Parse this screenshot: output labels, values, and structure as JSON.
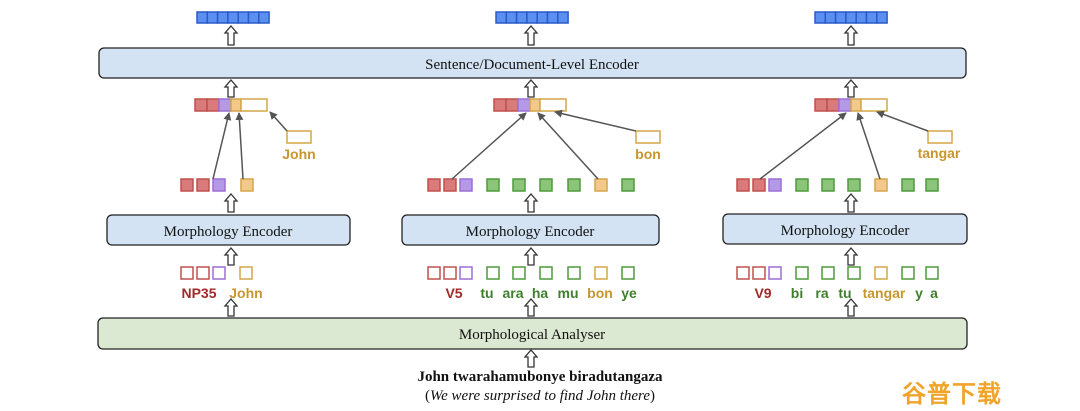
{
  "colors": {
    "root": "#c0504d",
    "root_fill": "#d97b7b",
    "affix_purple": "#9b6fd6",
    "affix_purple_fill": "#b49ae6",
    "stem_gold": "#d4a64a",
    "stem_gold_fill": "#f2c98a",
    "green": "#4f9a3c",
    "green_fill": "#8cc47a",
    "blue_fill": "#5b8ff0",
    "blue_stroke": "#2a5bc9",
    "encoder_fill": "#d3e3f3",
    "analyser_fill": "#dbe8d2",
    "arrow": "#555555"
  },
  "sentence_encoder": {
    "label": "Sentence/Document-Level Encoder"
  },
  "analyser": {
    "label": "Morphological Analyser"
  },
  "columns": [
    {
      "morph_encoder_label": "Morphology Encoder",
      "stem_word": "John",
      "tags": [
        {
          "text": "NP35",
          "color": "root"
        },
        {
          "text": "John",
          "color": "stem"
        }
      ]
    },
    {
      "morph_encoder_label": "Morphology Encoder",
      "stem_word": "bon",
      "tags": [
        {
          "text": "V5",
          "color": "root"
        },
        {
          "text": "tu",
          "color": "green"
        },
        {
          "text": "ara",
          "color": "green"
        },
        {
          "text": "ha",
          "color": "green"
        },
        {
          "text": "mu",
          "color": "green"
        },
        {
          "text": "bon",
          "color": "stem"
        },
        {
          "text": "ye",
          "color": "green"
        }
      ]
    },
    {
      "morph_encoder_label": "Morphology Encoder",
      "stem_word": "tangar",
      "tags": [
        {
          "text": "V9",
          "color": "root"
        },
        {
          "text": "bi",
          "color": "green"
        },
        {
          "text": "ra",
          "color": "green"
        },
        {
          "text": "tu",
          "color": "green"
        },
        {
          "text": "tangar",
          "color": "stem"
        },
        {
          "text": "y",
          "color": "green"
        },
        {
          "text": "a",
          "color": "green"
        }
      ]
    }
  ],
  "caption": {
    "sentence": "John twarahamubonye biradutangaza",
    "translation_open": "(",
    "translation": "We were surprised to find John there",
    "translation_close": ")"
  },
  "watermark": "谷普下载"
}
